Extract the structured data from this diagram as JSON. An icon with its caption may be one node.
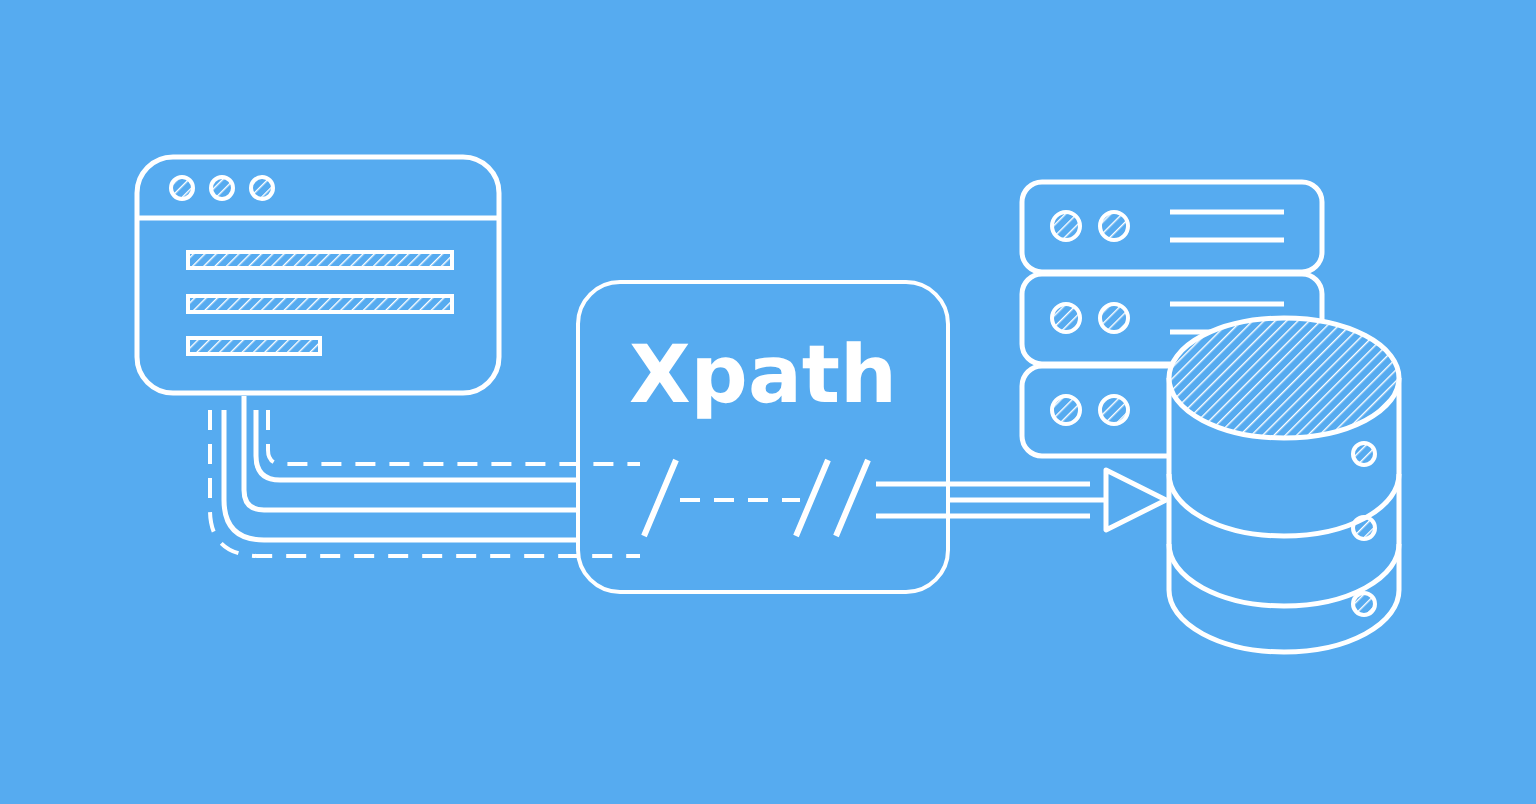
{
  "diagram": {
    "nodes": [
      {
        "text": [],
        "shape": "picture"
      },
      {
        "text": [
          "Xpath"
        ]
      },
      {
        "text": [],
        "shape": "cylinder"
      }
    ],
    "edges": [
      {
        "from": 0,
        "to": 1,
        "arrow": "none"
      },
      {
        "from": 1,
        "to": 2,
        "arrow": "to"
      }
    ]
  }
}
